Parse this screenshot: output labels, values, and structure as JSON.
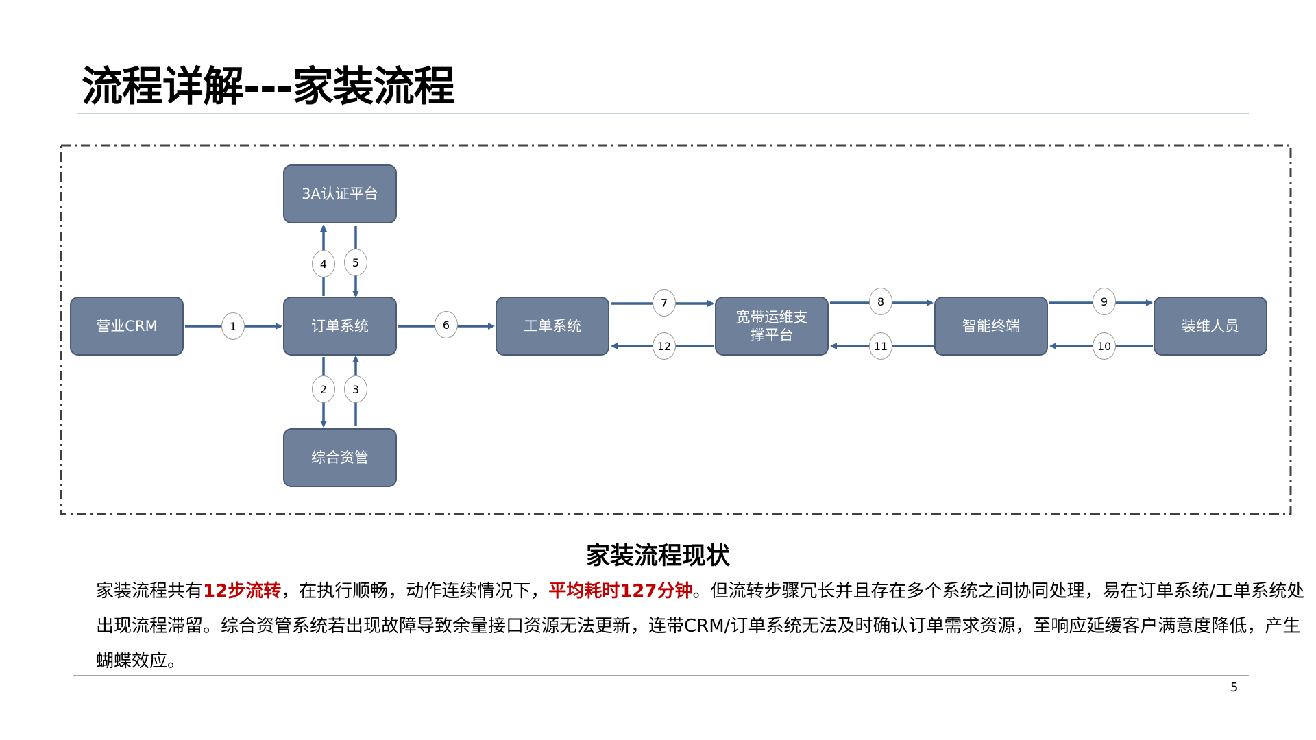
{
  "page": {
    "title": "流程详解---家装流程",
    "page_number": "5"
  },
  "diagram": {
    "nodes": {
      "crm": "营业CRM",
      "order": "订单系统",
      "auth": "3A认证平台",
      "resource": "综合资管",
      "workorder": "工单系统",
      "broadband_line1": "宽带运维支",
      "broadband_line2": "撑平台",
      "terminal": "智能终端",
      "installer": "装维人员"
    },
    "steps": [
      "1",
      "2",
      "3",
      "4",
      "5",
      "6",
      "7",
      "8",
      "9",
      "10",
      "11",
      "12"
    ],
    "colors": {
      "node_fill": "#6f819a",
      "arrow": "#3c6391",
      "frame": "#404040"
    }
  },
  "status": {
    "heading": "家装流程现状",
    "p1": "家装流程共有",
    "hl1": "12步流转",
    "p2": "，在执行顺畅，动作连续情况下，",
    "hl2": "平均耗时127分钟",
    "p3": "。但流转步骤冗长并且存在多个系统之间协同处理，易在订单系统/工单系统处出现流程滞留。综合资管系统若出现故障导致余量接口资源无法更新，连带CRM/订单系统无法及时确认订单需求资源，至响应延缓客户满意度降低，产生蝴蝶效应。"
  }
}
